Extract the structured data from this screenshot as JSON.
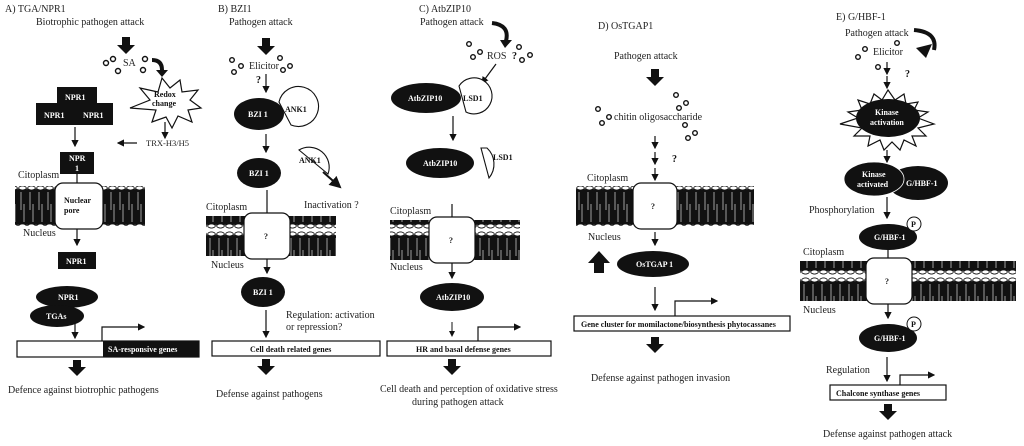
{
  "panels": {
    "a": {
      "title": "A) TGA/NPR1",
      "trigger": "Biotrophic pathogen attack",
      "signal": "SA",
      "redox_line1": "Redox",
      "redox_line2": "change",
      "trx": "TRX-H3/H5",
      "npr1": "NPR1",
      "npr_split_1": "NPR",
      "npr_split_2": "1",
      "cytoplasm": "Citoplasm",
      "pore_line1": "Nuclear",
      "pore_line2": "pore",
      "nucleus": "Nucleus",
      "tgas": "TGAs",
      "genes": "SA-responsive genes",
      "outcome": "Defence against biotrophic pathogens"
    },
    "b": {
      "title": "B) BZI1",
      "trigger": "Pathogen attack",
      "signal": "Elicitor",
      "question": "?",
      "protein": "BZI 1",
      "partner": "ANK1",
      "inactivation": "Inactivation ?",
      "cytoplasm": "Citoplasm",
      "pore": "?",
      "nucleus": "Nucleus",
      "regulation_line1": "Regulation: activation",
      "regulation_line2": "or repression?",
      "genes": "Cell death related genes",
      "outcome": "Defense against pathogens"
    },
    "c": {
      "title": "C) AtbZIP10",
      "trigger": "Pathogen attack",
      "signal": "ROS",
      "question": "?",
      "protein": "AtbZIP10",
      "partner": "LSD1",
      "cytoplasm": "Citoplasm",
      "pore": "?",
      "nucleus": "Nucleus",
      "genes": "HR and basal defense genes",
      "outcome_line1": "Cell death and perception of oxidative stress",
      "outcome_line2": "during pathogen attack"
    },
    "d": {
      "title": "D) OsTGAP1",
      "trigger": "Pathogen attack",
      "signal": "chitin oligosaccharide",
      "question": "?",
      "cytoplasm": "Citoplasm",
      "pore": "?",
      "nucleus": "Nucleus",
      "protein": "OsTGAP 1",
      "genes": "Gene cluster for momilactone/biosynthesis phytocassanes",
      "outcome": "Defense against pathogen invasion"
    },
    "e": {
      "title": "E) G/HBF-1",
      "trigger": "Pathogen attack",
      "signal": "Elicitor",
      "question": "?",
      "kinase_line1": "Kinase",
      "kinase_line2": "activation",
      "kinase_act_line1": "Kinase",
      "kinase_act_line2": "activated",
      "protein": "G/HBF-1",
      "phosphorylation": "Phosphorylation",
      "p_label": "P",
      "cytoplasm": "Citoplasm",
      "pore": "?",
      "nucleus": "Nucleus",
      "regulation": "Regulation",
      "genes": "Chalcone synthase genes",
      "outcome": "Defense against pathogen attack"
    }
  }
}
